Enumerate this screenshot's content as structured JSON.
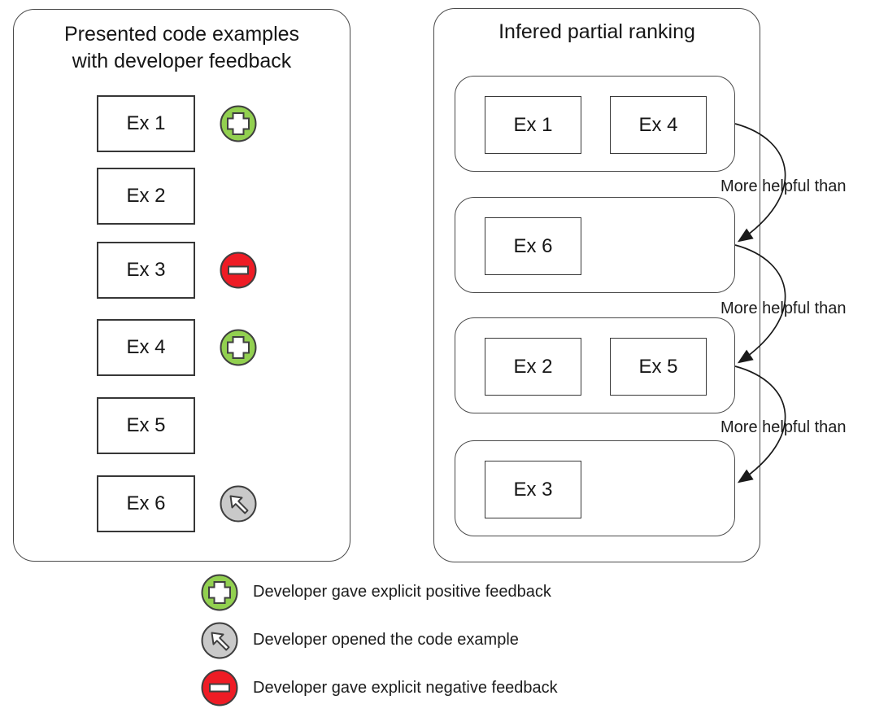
{
  "left_panel": {
    "title_line1": "Presented code examples",
    "title_line2": "with developer feedback",
    "examples": [
      {
        "label": "Ex 1",
        "feedback": "positive"
      },
      {
        "label": "Ex 2",
        "feedback": "none"
      },
      {
        "label": "Ex 3",
        "feedback": "negative"
      },
      {
        "label": "Ex 4",
        "feedback": "positive"
      },
      {
        "label": "Ex 5",
        "feedback": "none"
      },
      {
        "label": "Ex 6",
        "feedback": "opened"
      }
    ]
  },
  "right_panel": {
    "title": "Infered partial ranking",
    "groups": [
      {
        "items": [
          "Ex 1",
          "Ex 4"
        ]
      },
      {
        "items": [
          "Ex 6"
        ]
      },
      {
        "items": [
          "Ex 2",
          "Ex 5"
        ]
      },
      {
        "items": [
          "Ex 3"
        ]
      }
    ],
    "relations": [
      {
        "from_group": 0,
        "to_group": 1,
        "label": "More helpful than"
      },
      {
        "from_group": 1,
        "to_group": 2,
        "label": "More helpful than"
      },
      {
        "from_group": 2,
        "to_group": 3,
        "label": "More helpful than"
      }
    ]
  },
  "legend": [
    {
      "icon": "positive-feedback-icon",
      "text": "Developer gave explicit positive feedback"
    },
    {
      "icon": "opened-example-icon",
      "text": "Developer opened the code example"
    },
    {
      "icon": "negative-feedback-icon",
      "text": "Developer gave explicit negative feedback"
    }
  ],
  "colors": {
    "positive_green": "#92d050",
    "negative_red": "#ee1c25",
    "opened_gray": "#c9c9c9",
    "line_dark": "#3f3f3f"
  }
}
